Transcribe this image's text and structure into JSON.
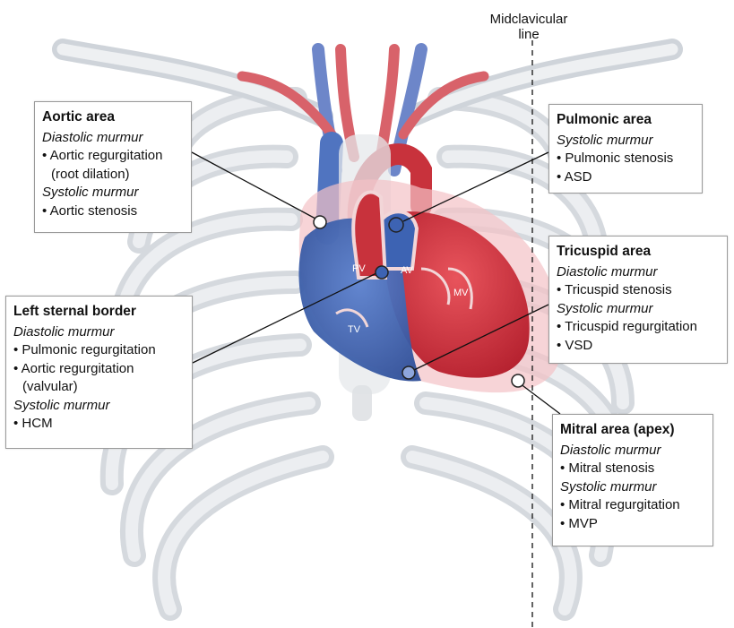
{
  "midclavicular": {
    "line1": "Midclavicular",
    "line2": "line"
  },
  "valves": {
    "pv": "PV",
    "av": "AV",
    "mv": "MV",
    "tv": "TV"
  },
  "boxes": {
    "aortic": {
      "title": "Aortic area",
      "h1": "Diastolic murmur",
      "i1a": "• Aortic regurgitation",
      "i1b": "(root dilation)",
      "h2": "Systolic murmur",
      "i2a": "• Aortic stenosis"
    },
    "pulmonic": {
      "title": "Pulmonic area",
      "h1": "Systolic murmur",
      "i1a": "• Pulmonic stenosis",
      "i1b": "• ASD"
    },
    "lsb": {
      "title": "Left sternal border",
      "h1": "Diastolic murmur",
      "i1a": "• Pulmonic regurgitation",
      "i1b": "• Aortic regurgitation",
      "i1c": "(valvular)",
      "h2": "Systolic murmur",
      "i2a": "• HCM"
    },
    "tricuspid": {
      "title": "Tricuspid area",
      "h1": "Diastolic murmur",
      "i1a": "• Tricuspid stenosis",
      "h2": "Systolic murmur",
      "i2a": "• Tricuspid regurgitation",
      "i2b": "• VSD"
    },
    "mitral": {
      "title": "Mitral area (apex)",
      "h1": "Diastolic murmur",
      "i1a": "• Mitral stenosis",
      "h2": "Systolic murmur",
      "i2a": "• Mitral regurgitation",
      "i2b": "• MVP"
    }
  },
  "colors": {
    "bone": "#e4e7ea",
    "bone_shadow": "#c9ced4",
    "artery": "#d23a44",
    "vein": "#3f68b8",
    "heart_red": "#cf2f3c",
    "heart_blue": "#3d63b3"
  }
}
